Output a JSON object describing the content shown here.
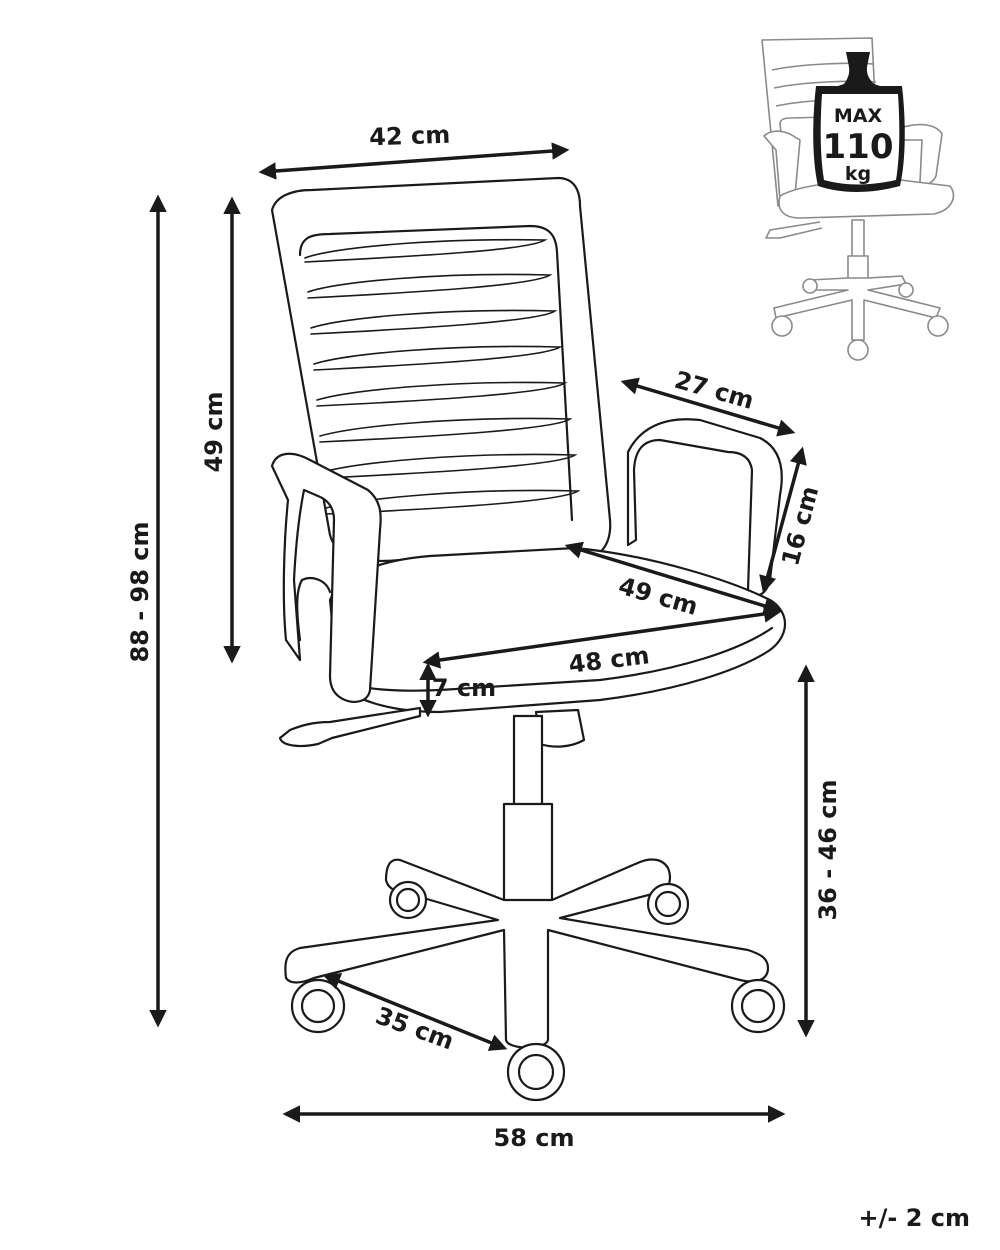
{
  "dimensions": {
    "back_width": "42 cm",
    "back_height": "49 cm",
    "total_height": "88 - 98 cm",
    "armrest_depth": "27 cm",
    "armrest_height": "16 cm",
    "seat_depth": "49 cm",
    "seat_width": "48 cm",
    "seat_thickness": "7 cm",
    "seat_height": "36 - 46 cm",
    "leg_length": "35 cm",
    "base_width": "58 cm"
  },
  "tolerance": "+/- 2 cm",
  "load": {
    "label": "MAX",
    "value": "110",
    "unit": "kg"
  },
  "icons": {
    "weight": "weight-icon",
    "thumbnail": "chair-thumbnail-icon"
  }
}
